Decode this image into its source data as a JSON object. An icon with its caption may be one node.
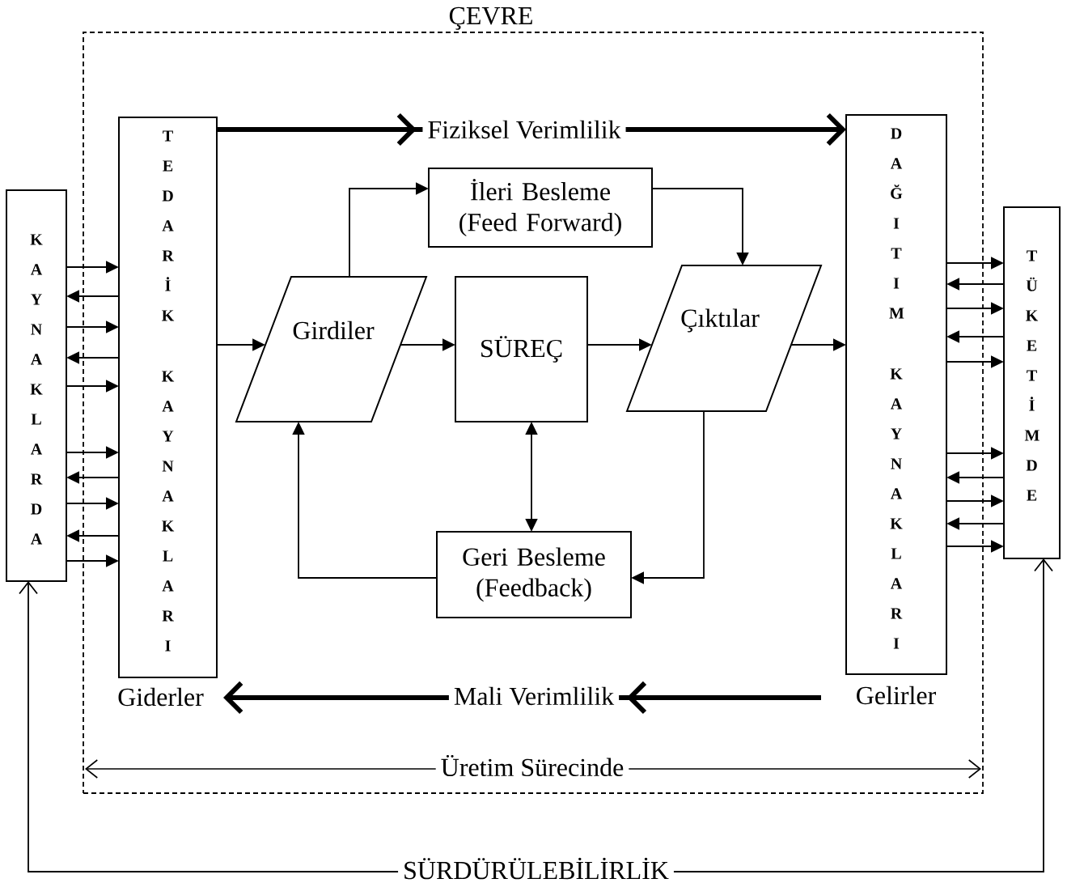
{
  "diagram": {
    "nodes": [
      {
        "text": [
          "ÇEVRE"
        ]
      },
      {
        "text": [
          "K A Y N A K L A R D A"
        ]
      },
      {
        "text": [
          "T E D A R İ K",
          "K A Y N A K L A R I"
        ],
        "in": 0
      },
      {
        "text": [
          "İleri Besleme (Feed Forward)"
        ],
        "in": 0
      },
      {
        "text": [
          "Girdiler"
        ],
        "in": 0
      },
      {
        "text": [
          "SÜREÇ"
        ],
        "in": 0
      },
      {
        "text": [
          "Çıktılar"
        ],
        "in": 0
      },
      {
        "text": [
          "Geri Besleme (Feedback)"
        ],
        "in": 0
      },
      {
        "text": [
          "D A Ğ I T I M",
          "K A Y N A K L A R I"
        ],
        "in": 0
      },
      {
        "text": [
          "T Ü K E T İ M D E"
        ]
      },
      {
        "text": [
          "Giderler"
        ],
        "in": 0
      },
      {
        "text": [
          "Gelirler"
        ],
        "in": 0
      }
    ],
    "edges": [
      {
        "from": 1,
        "to": 2,
        "arrow": "to"
      },
      {
        "from": 2,
        "to": 1,
        "arrow": "to"
      },
      {
        "from": 1,
        "to": 2,
        "arrow": "to"
      },
      {
        "from": 2,
        "to": 1,
        "arrow": "to"
      },
      {
        "from": 1,
        "to": 2,
        "arrow": "to"
      },
      {
        "from": 1,
        "to": 2,
        "arrow": "to"
      },
      {
        "from": 2,
        "to": 1,
        "arrow": "to"
      },
      {
        "from": 1,
        "to": 2,
        "arrow": "to"
      },
      {
        "from": 2,
        "to": 1,
        "arrow": "to"
      },
      {
        "from": 1,
        "to": 2,
        "arrow": "to"
      },
      {
        "from": 8,
        "to": 9,
        "arrow": "to"
      },
      {
        "from": 9,
        "to": 8,
        "arrow": "to"
      },
      {
        "from": 8,
        "to": 9,
        "arrow": "to"
      },
      {
        "from": 9,
        "to": 8,
        "arrow": "to"
      },
      {
        "from": 8,
        "to": 9,
        "arrow": "to"
      },
      {
        "from": 8,
        "to": 9,
        "arrow": "to"
      },
      {
        "from": 9,
        "to": 8,
        "arrow": "to"
      },
      {
        "from": 8,
        "to": 9,
        "arrow": "to"
      },
      {
        "from": 9,
        "to": 8,
        "arrow": "to"
      },
      {
        "from": 8,
        "to": 9,
        "arrow": "to"
      },
      {
        "from": 2,
        "to": 4,
        "arrow": "to"
      },
      {
        "from": 4,
        "to": 5,
        "arrow": "to"
      },
      {
        "from": 5,
        "to": 6,
        "arrow": "to"
      },
      {
        "from": 6,
        "to": 8,
        "arrow": "to"
      },
      {
        "from": 4,
        "to": 3,
        "arrow": "to"
      },
      {
        "from": 3,
        "to": 6,
        "arrow": "to"
      },
      {
        "from": 5,
        "to": 7,
        "arrow": "both"
      },
      {
        "from": 6,
        "to": 7,
        "arrow": "to"
      },
      {
        "from": 7,
        "to": 4,
        "arrow": "to"
      },
      {
        "from": 2,
        "to": 8,
        "arrow": "to",
        "style": "thick",
        "label": "Fiziksel Verimlilik"
      },
      {
        "from": 11,
        "to": 10,
        "arrow": "to",
        "style": "thick",
        "label": "Mali Verimlilik"
      },
      {
        "from": 1,
        "to": 9,
        "arrow": "both",
        "label": "SÜRDÜRÜLEBİLİRLİK"
      }
    ],
    "labels": [
      "Üretim Sürecinde"
    ]
  }
}
